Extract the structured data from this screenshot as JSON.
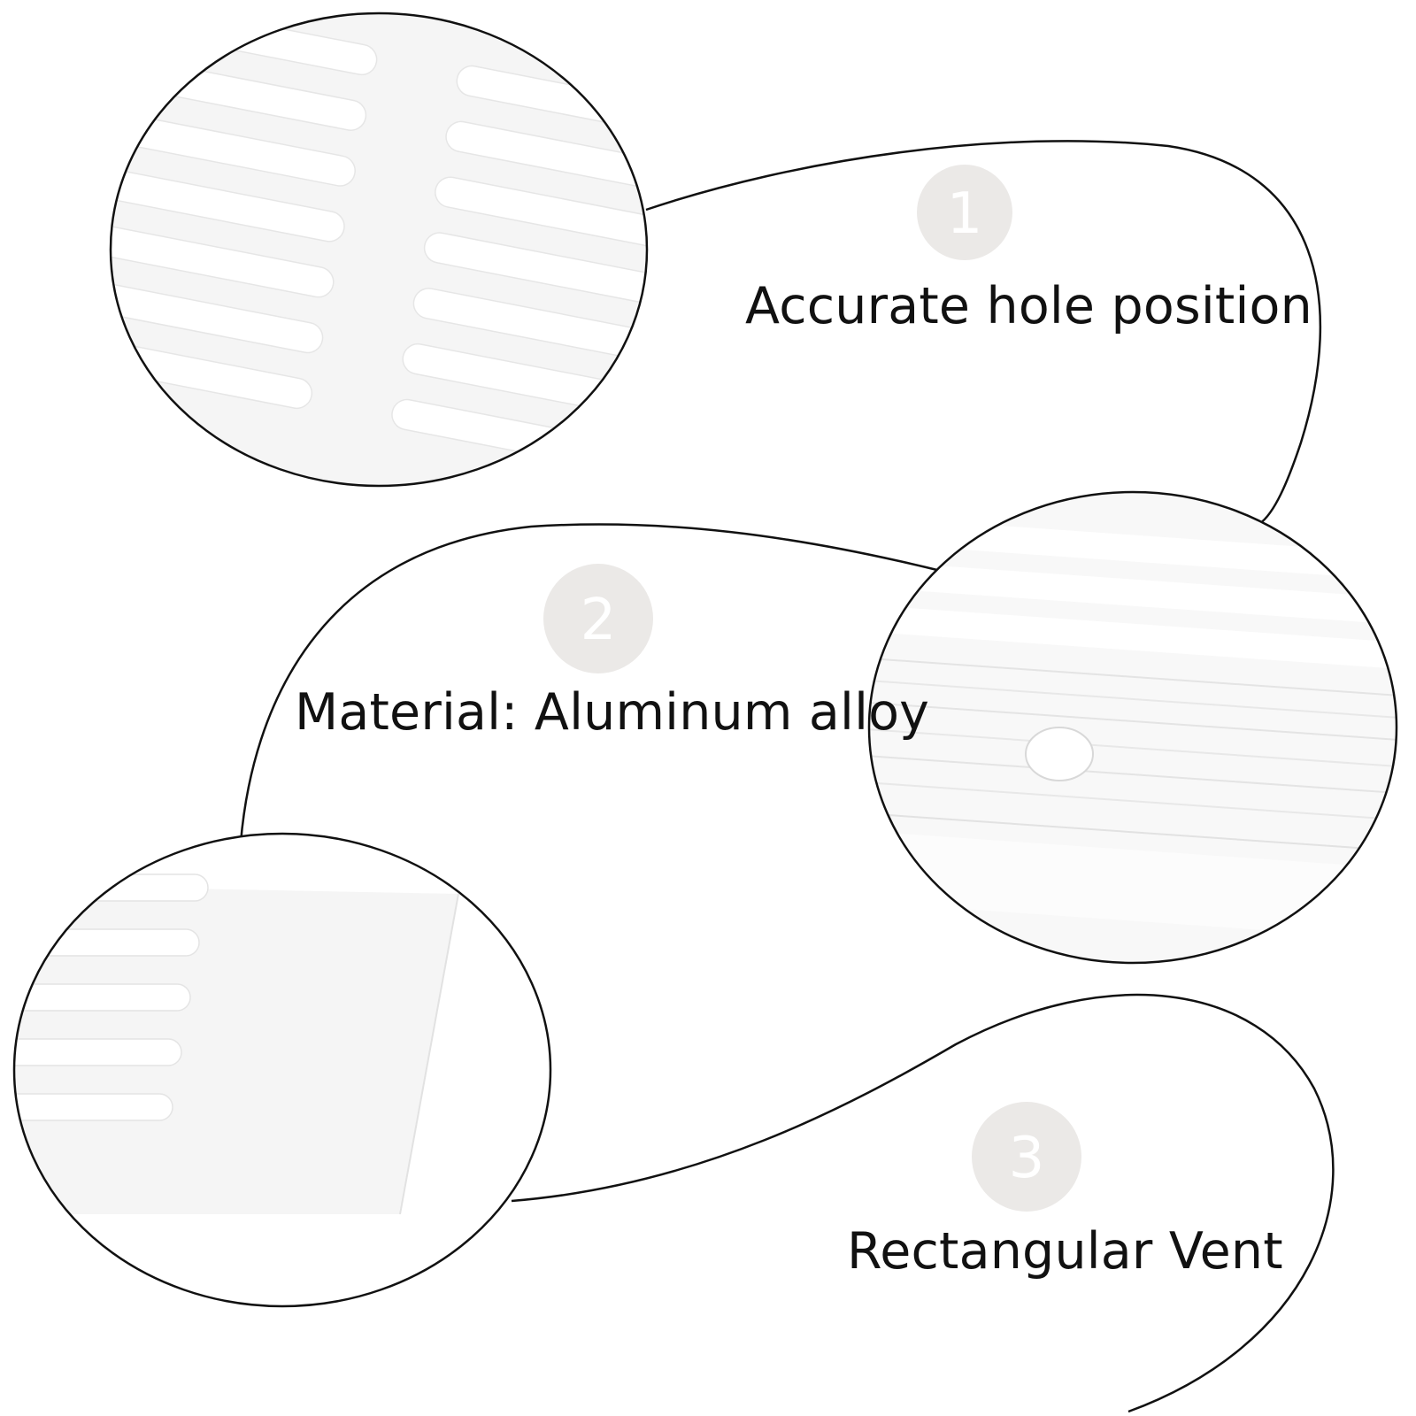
{
  "features": [
    {
      "number": "1",
      "label": "Accurate hole position"
    },
    {
      "number": "2",
      "label": "Material: Aluminum alloy"
    },
    {
      "number": "3",
      "label": "Rectangular Vent"
    }
  ],
  "colors": {
    "background": "#ffffff",
    "badge": "#ebe9e7",
    "outline": "#111111",
    "vent_face": "#f6f6f6",
    "vent_slot": "#ffffff"
  }
}
